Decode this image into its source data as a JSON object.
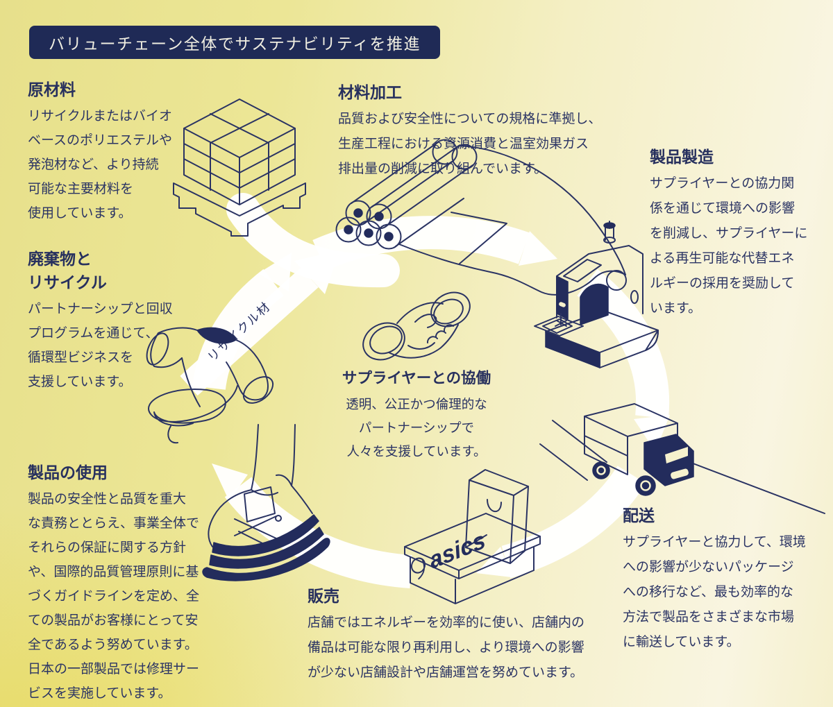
{
  "banner": {
    "title": "バリューチェーン全体でサステナビリティを推進"
  },
  "cycle_label": {
    "recycled_material": "リサイクル材"
  },
  "center": {
    "title": "サプライヤーとの協働",
    "body": "透明、公正かつ倫理的な\nパートナーシップで\n人々を支援しています。"
  },
  "sections": [
    {
      "id": "raw-materials",
      "title": "原材料",
      "body": "リサイクルまたはバイオ\nベースのポリエステルや\n発泡材など、より持続\n可能な主要材料を\n使用しています。"
    },
    {
      "id": "material-processing",
      "title": "材料加工",
      "body": "品質および安全性についての規格に準拠し、\n生産工程における資源消費と温室効果ガス\n排出量の削減に取り組んでいます。"
    },
    {
      "id": "manufacturing",
      "title": "製品製造",
      "body": "サプライヤーとの協力関\n係を通じて環境への影響\nを削減し、サプライヤーに\nよる再生可能な代替エネ\nルギーの採用を奨励して\nいます。"
    },
    {
      "id": "waste-recycling",
      "title": "廃棄物と\nリサイクル",
      "body": "パートナーシップと回収\nプログラムを通じて、\n循環型ビジネスを\n支援しています。"
    },
    {
      "id": "product-use",
      "title": "製品の使用",
      "body": "製品の安全性と品質を重大\nな責務ととらえ、事業全体で\nそれらの保証に関する方針\nや、国際的品質管理原則に基\nづくガイドラインを定め、全\nての製品がお客様にとって安\n全であるよう努めています。\n日本の一部製品では修理サー\nビスを実施しています。"
    },
    {
      "id": "sales",
      "title": "販売",
      "body": "店舗ではエネルギーを効率的に使い、店舗内の\n備品は可能な限り再利用し、より環境への影響\nが少ない店舗設計や店舗運営を努めています。"
    },
    {
      "id": "delivery",
      "title": "配送",
      "body": "サプライヤーと協力して、環境\nへの影響が少ないパッケージ\nへの移行など、最も効率的な\n方法で製品をさまざまな市場\nに輸送しています。"
    }
  ],
  "logo": {
    "asics_text": "asics"
  },
  "colors": {
    "navy": "#232c5c",
    "banner_bg": "#1f2a56",
    "banner_text": "#f0eee1",
    "background_yellow": "#e7e08b",
    "background_cream": "#f9f5e1",
    "ring": "#ffffff"
  },
  "illustrations": {
    "pallet": "boxes-on-pallet",
    "fabric_rolls": "fabric-rolls-with-sheet",
    "sewing_machine": "sewing-machine",
    "handshake": "handshake",
    "tshirt": "t-shirt-unraveling-spiral",
    "shoe": "running-shoe-on-foot",
    "truck": "delivery-truck",
    "bag_box": "shopping-bag-and-asics-shoebox"
  }
}
